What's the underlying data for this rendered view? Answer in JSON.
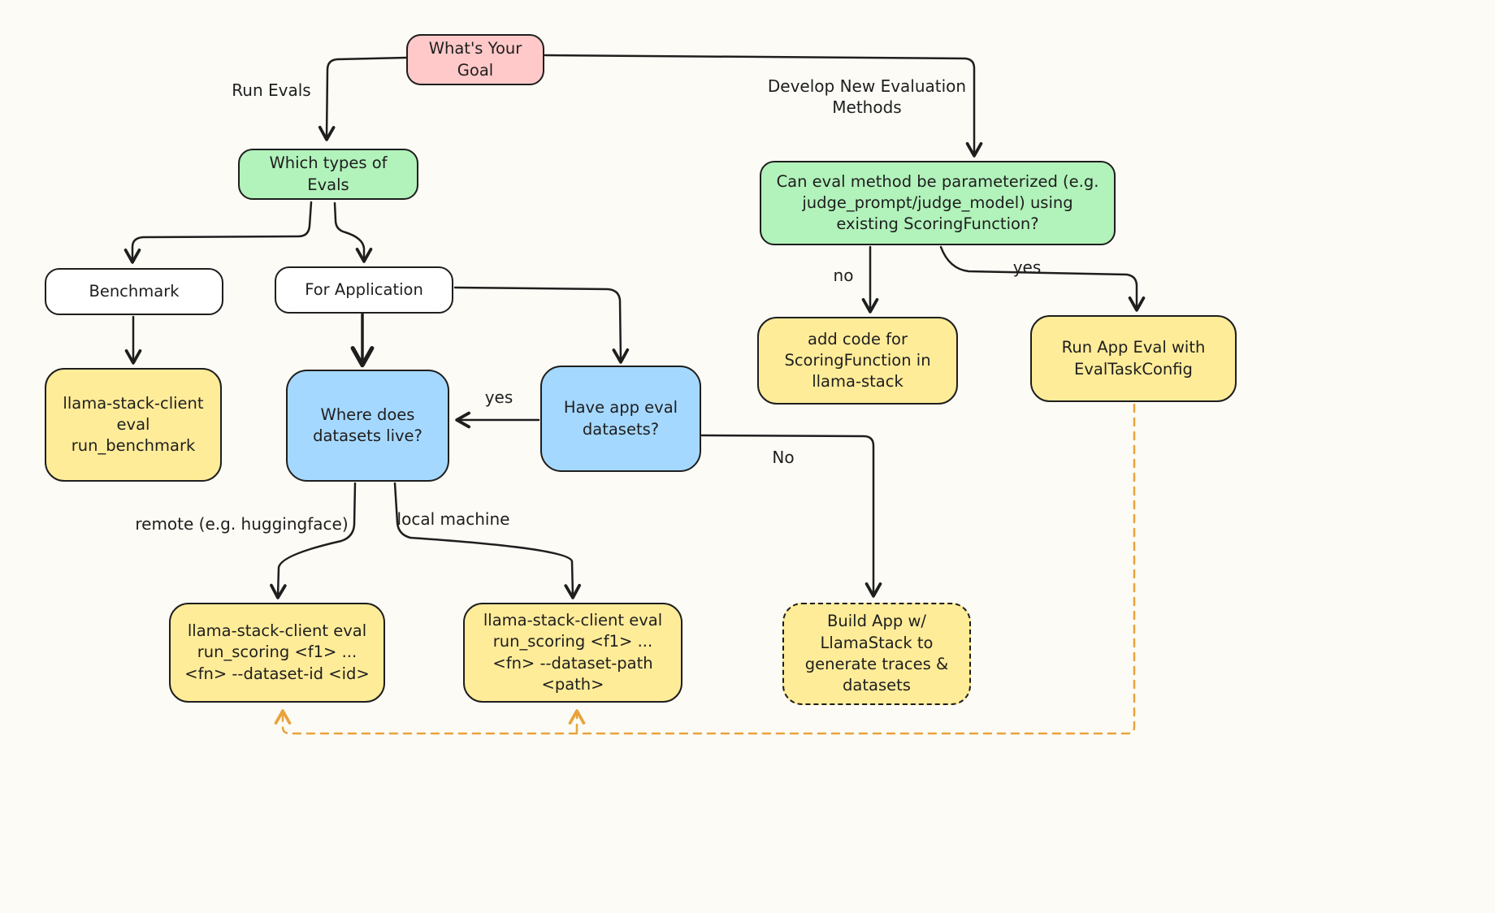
{
  "palette": {
    "background": "#fcfbf5",
    "stroke": "#1e1e1e",
    "pink": "#ffc9c9",
    "green": "#b2f2bb",
    "blue": "#a5d8ff",
    "yellow": "#ffec99",
    "white": "#ffffff",
    "orange_dashed": "#e8a33d"
  },
  "diagram": {
    "nodes": [
      {
        "id": "goal",
        "label": "What's Your Goal",
        "color": "pink"
      },
      {
        "id": "which-evals",
        "label": "Which types of Evals",
        "color": "green"
      },
      {
        "id": "param-question",
        "label": "Can eval method be parameterized (e.g. judge_prompt/judge_model) using existing ScoringFunction?",
        "color": "green"
      },
      {
        "id": "benchmark",
        "label": "Benchmark",
        "color": "white"
      },
      {
        "id": "for-application",
        "label": "For Application",
        "color": "white"
      },
      {
        "id": "run-benchmark",
        "label": "llama-stack-client eval run_benchmark",
        "color": "yellow"
      },
      {
        "id": "where-datasets",
        "label": "Where does datasets live?",
        "color": "blue"
      },
      {
        "id": "have-datasets",
        "label": "Have app eval datasets?",
        "color": "blue"
      },
      {
        "id": "add-scoring",
        "label": "add code for ScoringFunction in llama-stack",
        "color": "yellow"
      },
      {
        "id": "run-app-eval",
        "label": "Run App Eval with EvalTaskConfig",
        "color": "yellow"
      },
      {
        "id": "run-scoring-id",
        "label": "llama-stack-client eval run_scoring <f1> ... <fn> --dataset-id <id>",
        "color": "yellow"
      },
      {
        "id": "run-scoring-path",
        "label": "llama-stack-client eval run_scoring <f1> ... <fn> --dataset-path <path>",
        "color": "yellow"
      },
      {
        "id": "build-app",
        "label": "Build App w/ LlamaStack to generate traces & datasets",
        "color": "yellow",
        "border": "dashed"
      }
    ],
    "edge_labels": [
      {
        "id": "run-evals",
        "text": "Run Evals"
      },
      {
        "id": "develop-new",
        "text": "Develop New Evaluation Methods"
      },
      {
        "id": "no-param",
        "text": "no"
      },
      {
        "id": "yes-param",
        "text": "yes"
      },
      {
        "id": "yes-have",
        "text": "yes"
      },
      {
        "id": "no-have",
        "text": "No"
      },
      {
        "id": "remote",
        "text": "remote (e.g. huggingface)"
      },
      {
        "id": "local",
        "text": "local machine"
      }
    ],
    "edges": [
      {
        "from": "goal",
        "to": "which-evals",
        "label": "Run Evals",
        "style": "solid"
      },
      {
        "from": "goal",
        "to": "param-question",
        "label": "Develop New Evaluation Methods",
        "style": "solid"
      },
      {
        "from": "which-evals",
        "to": "benchmark",
        "label": "",
        "style": "solid"
      },
      {
        "from": "which-evals",
        "to": "for-application",
        "label": "",
        "style": "solid"
      },
      {
        "from": "benchmark",
        "to": "run-benchmark",
        "label": "",
        "style": "solid"
      },
      {
        "from": "for-application",
        "to": "where-datasets",
        "label": "",
        "style": "solid"
      },
      {
        "from": "for-application",
        "to": "have-datasets",
        "label": "",
        "style": "solid"
      },
      {
        "from": "have-datasets",
        "to": "where-datasets",
        "label": "yes",
        "style": "solid"
      },
      {
        "from": "have-datasets",
        "to": "build-app",
        "label": "No",
        "style": "solid"
      },
      {
        "from": "param-question",
        "to": "add-scoring",
        "label": "no",
        "style": "solid"
      },
      {
        "from": "param-question",
        "to": "run-app-eval",
        "label": "yes",
        "style": "solid"
      },
      {
        "from": "where-datasets",
        "to": "run-scoring-id",
        "label": "remote (e.g. huggingface)",
        "style": "solid"
      },
      {
        "from": "where-datasets",
        "to": "run-scoring-path",
        "label": "local machine",
        "style": "solid"
      },
      {
        "from": "run-app-eval",
        "to": "run-scoring-id",
        "label": "",
        "style": "dashed-orange"
      },
      {
        "from": "run-app-eval",
        "to": "run-scoring-path",
        "label": "",
        "style": "dashed-orange"
      }
    ]
  }
}
